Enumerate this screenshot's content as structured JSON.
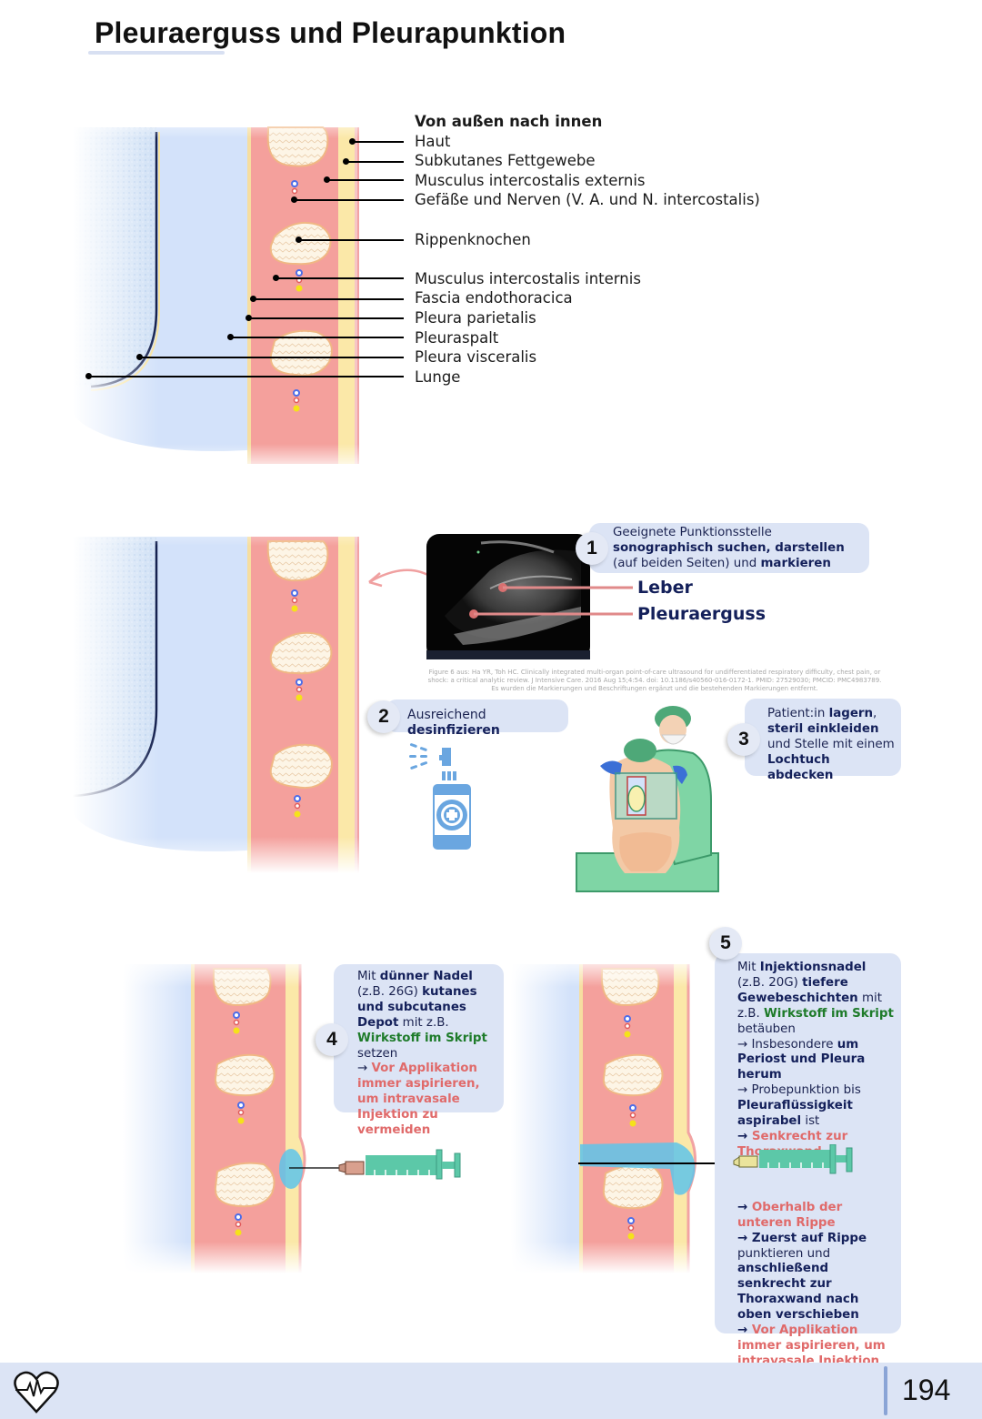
{
  "page": {
    "title": "Pleuraerguss und Pleurapunktion",
    "page_number": "194"
  },
  "anatomy": {
    "heading": "Von außen nach innen",
    "layers": [
      "Haut",
      "Subkutanes Fettgewebe",
      "Musculus intercostalis externis",
      "Gefäße und Nerven (V. A. und N. intercostalis)",
      "Rippenknochen",
      "Musculus intercostalis internis",
      "Fascia endothoracica",
      "Pleura parietalis",
      "Pleuraspalt",
      "Pleura visceralis",
      "Lunge"
    ]
  },
  "ultrasound": {
    "labels": [
      "Leber",
      "Pleuraerguss"
    ],
    "citation": "Figure 6 aus: Ha YR, Toh HC. Clinically integrated multi-organ point-of-care ultrasound for undifferentiated respiratory difficulty, chest pain, or shock: a critical analytic review. J Intensive Care. 2016 Aug 15;4:54. doi: 10.1186/s40560-016-0172-1. PMID: 27529030; PMCID: PMC4983789. Es wurden die Markierungen und Beschriftungen ergänzt und die bestehenden Markierungen entfernt."
  },
  "steps": [
    {
      "number": "1",
      "parts": [
        {
          "text": "Geeignete Punktionsstelle ",
          "style": "normal"
        },
        {
          "text": "sonographisch suchen, darstellen",
          "style": "bold"
        },
        {
          "text": " (auf beiden Seiten) und ",
          "style": "normal"
        },
        {
          "text": "markieren",
          "style": "bold"
        }
      ]
    },
    {
      "number": "2",
      "parts": [
        {
          "text": "Ausreichend ",
          "style": "normal"
        },
        {
          "text": "desinfizieren",
          "style": "bold"
        }
      ]
    },
    {
      "number": "3",
      "parts": [
        {
          "text": "Patient:in ",
          "style": "normal"
        },
        {
          "text": "lagern",
          "style": "bold"
        },
        {
          "text": ", ",
          "style": "normal"
        },
        {
          "text": "steril einkleiden",
          "style": "bold"
        },
        {
          "text": " und Stelle mit einem ",
          "style": "normal"
        },
        {
          "text": "Lochtuch abdecken",
          "style": "bold"
        }
      ]
    },
    {
      "number": "4",
      "parts": [
        {
          "text": "Mit ",
          "style": "normal"
        },
        {
          "text": "dünner Nadel",
          "style": "bold"
        },
        {
          "text": " (z.B. 26G) ",
          "style": "normal"
        },
        {
          "text": "kutanes und subcutanes Depot",
          "style": "bold"
        },
        {
          "text": " mit z.B. ",
          "style": "normal"
        },
        {
          "text": "Wirkstoff im Skript",
          "style": "green"
        },
        {
          "text": " setzen",
          "style": "normal"
        },
        {
          "text": "\n → ",
          "style": "normal"
        },
        {
          "text": "Vor Applikation immer aspirieren, um intravasale Injektion zu vermeiden",
          "style": "red"
        }
      ]
    },
    {
      "number": "5",
      "parts_top": [
        {
          "text": "Mit ",
          "style": "normal"
        },
        {
          "text": "Injektionsnadel",
          "style": "bold"
        },
        {
          "text": " (z.B. 20G) ",
          "style": "normal"
        },
        {
          "text": "tiefere Gewebeschichten",
          "style": "bold"
        },
        {
          "text": " mit z.B. ",
          "style": "normal"
        },
        {
          "text": "Wirkstoff im Skript",
          "style": "green"
        },
        {
          "text": " betäuben",
          "style": "normal"
        },
        {
          "text": "\n → Insbesondere ",
          "style": "normal"
        },
        {
          "text": "um Periost und Pleura herum",
          "style": "bold"
        },
        {
          "text": "\n → Probepunktion bis ",
          "style": "normal"
        },
        {
          "text": "Pleuraflüssigkeit aspirabel",
          "style": "bold"
        },
        {
          "text": " ist",
          "style": "normal"
        },
        {
          "text": "\n → ",
          "style": "navy"
        },
        {
          "text": "Senkrecht zur Thoraxwand",
          "style": "red"
        }
      ],
      "parts_bottom": [
        {
          "text": " → ",
          "style": "navy"
        },
        {
          "text": "Oberhalb der unteren Rippe",
          "style": "red"
        },
        {
          "text": "\n → Zuerst auf Rippe",
          "style": "bold"
        },
        {
          "text": " punktieren und ",
          "style": "normal"
        },
        {
          "text": "anschließend senkrecht zur Thoraxwand nach oben verschieben",
          "style": "bold"
        },
        {
          "text": "\n → ",
          "style": "navy"
        },
        {
          "text": "Vor Applikation immer aspirieren, um intravasale Injektion zu vermeiden",
          "style": "red"
        }
      ]
    }
  ],
  "icons": {
    "footer_logo": "heart-pulse-icon",
    "spray": "disinfectant-spray-icon",
    "syringe": "syringe-icon"
  },
  "colors": {
    "accent_bg": "#dce4f5",
    "navy_text": "#14205a",
    "green_text": "#1e7b2a",
    "red_text": "#e06a6a",
    "muscle": "#f4a09c",
    "fat": "#fbe8a8",
    "lung": "#d3e2fa"
  }
}
